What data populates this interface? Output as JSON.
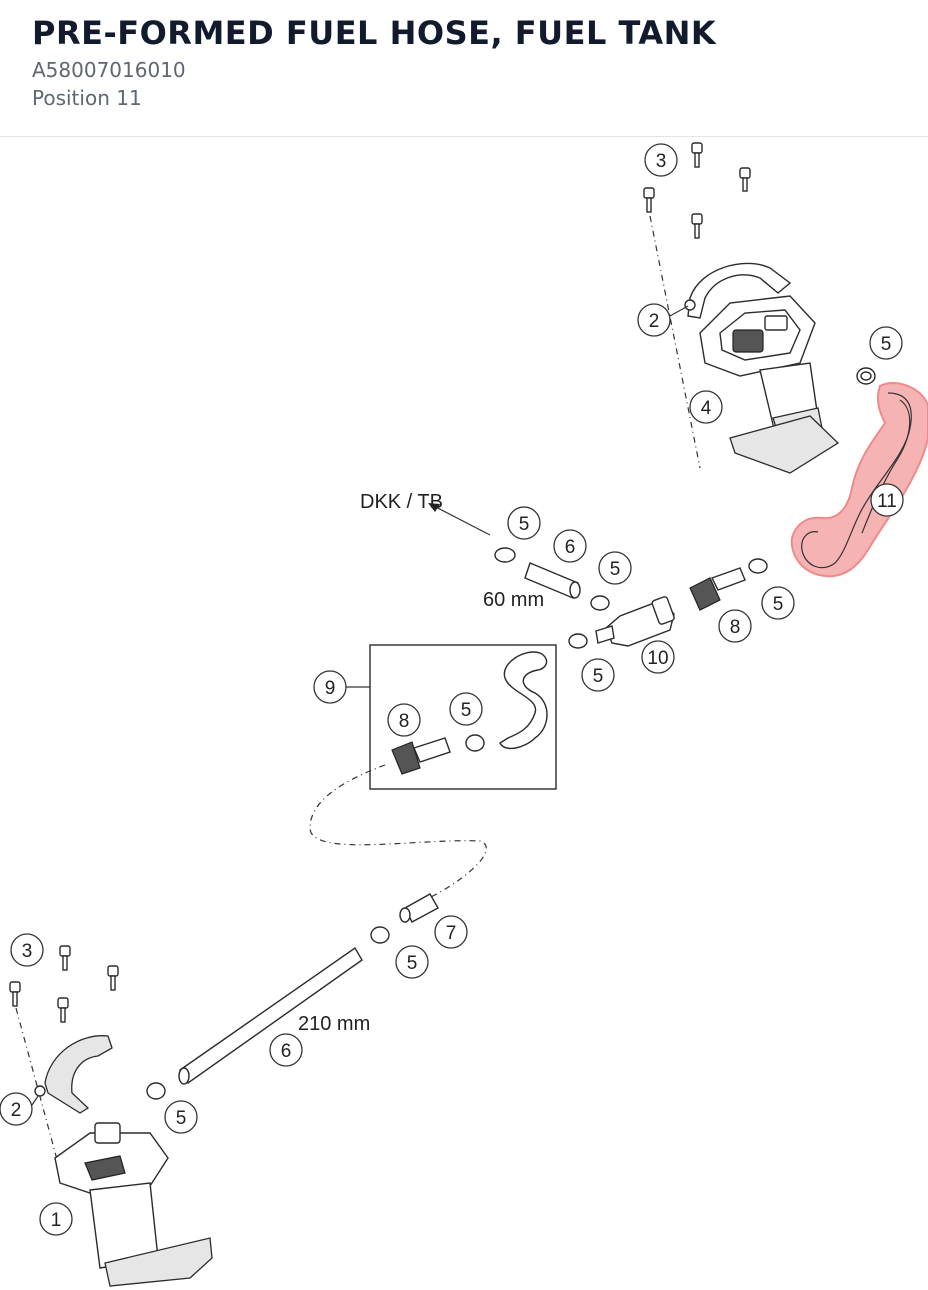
{
  "header": {
    "title": "PRE-FORMED FUEL HOSE, FUEL TANK",
    "part_number": "A58007016010",
    "position": "Position 11"
  },
  "diagram": {
    "highlight_color": "#f08a8a",
    "labels": {
      "dkk_tb": "DKK / TB",
      "len_60": "60 mm",
      "len_210": "210 mm"
    },
    "callouts": {
      "c3_top": "3",
      "c2_top": "2",
      "c5_top": "5",
      "c4": "4",
      "c11": "11",
      "c5_a": "5",
      "c6_a": "6",
      "c5_b": "5",
      "c5_c": "5",
      "c8_a": "8",
      "c10": "10",
      "c5_d": "5",
      "c9": "9",
      "c8_b": "8",
      "c5_e": "5",
      "c7": "7",
      "c5_f": "5",
      "c3_bot": "3",
      "c6_b": "6",
      "c2_bot": "2",
      "c5_g": "5",
      "c1": "1"
    }
  }
}
